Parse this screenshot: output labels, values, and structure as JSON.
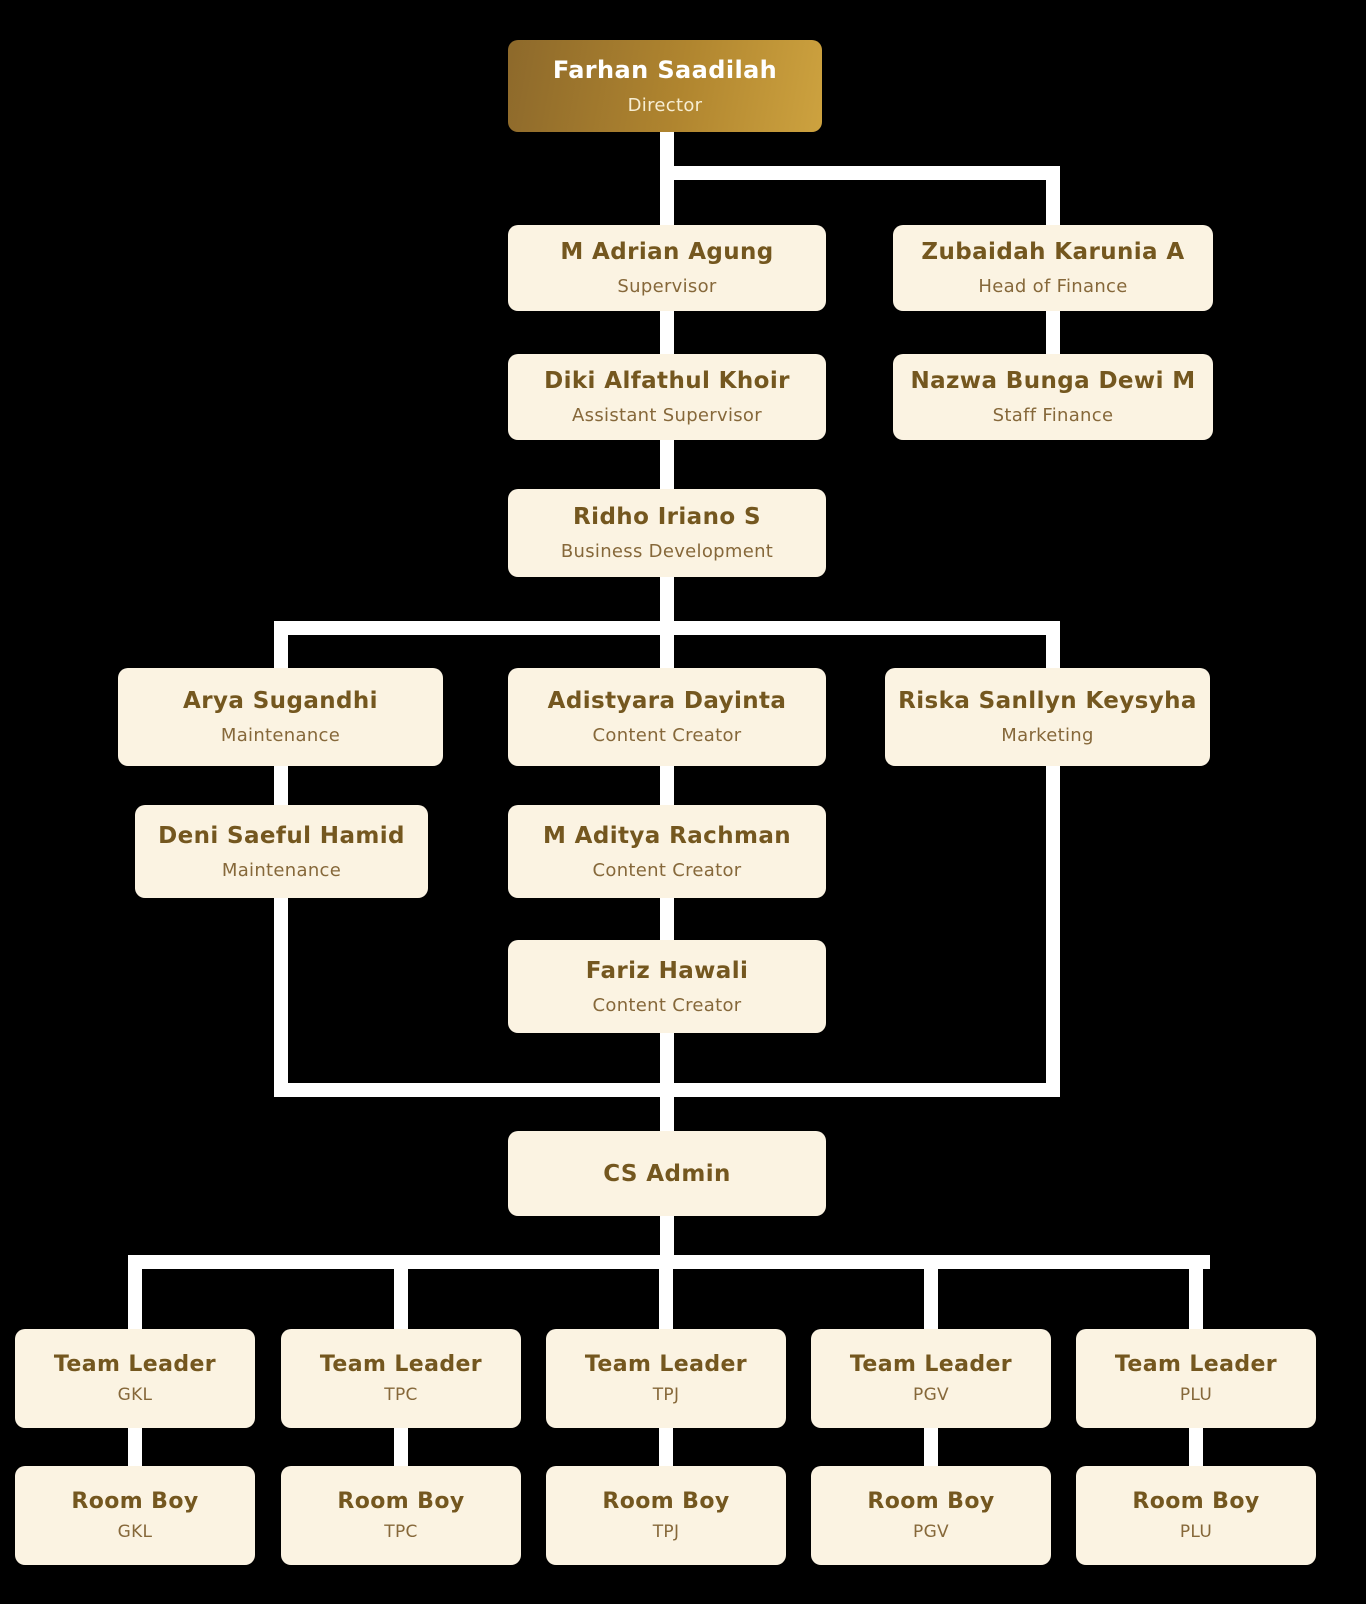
{
  "theme": {
    "background": "#000000",
    "connector_color": "#ffffff",
    "card_bg": "#fbf3e2",
    "card_name_color": "#74571f",
    "card_role_color": "#86683a",
    "director_bg_start": "#8d692b",
    "director_bg_end": "#cda23f",
    "director_name_color": "#ffffff",
    "director_role_color": "#f7eed3"
  },
  "org": {
    "director": {
      "name": "Farhan Saadilah",
      "role": "Director"
    },
    "supervisor": {
      "name": "M Adrian Agung",
      "role": "Supervisor"
    },
    "head_of_finance": {
      "name": "Zubaidah Karunia A",
      "role": "Head of Finance"
    },
    "assistant_supervisor": {
      "name": "Diki Alfathul Khoir",
      "role": "Assistant Supervisor"
    },
    "staff_finance": {
      "name": "Nazwa Bunga Dewi M",
      "role": "Staff Finance"
    },
    "business_development": {
      "name": "Ridho Iriano S",
      "role": "Business Development"
    },
    "maintenance_1": {
      "name": "Arya Sugandhi",
      "role": "Maintenance"
    },
    "content_creator_1": {
      "name": "Adistyara Dayinta",
      "role": "Content Creator"
    },
    "marketing": {
      "name": "Riska Sanllyn Keysyha",
      "role": "Marketing"
    },
    "maintenance_2": {
      "name": "Deni Saeful Hamid",
      "role": "Maintenance"
    },
    "content_creator_2": {
      "name": "M Aditya Rachman",
      "role": "Content Creator"
    },
    "content_creator_3": {
      "name": "Fariz Hawali",
      "role": "Content Creator"
    },
    "cs_admin": {
      "name": "CS Admin"
    },
    "team_leaders": [
      {
        "name": "Team Leader",
        "role": "GKL"
      },
      {
        "name": "Team Leader",
        "role": "TPC"
      },
      {
        "name": "Team Leader",
        "role": "TPJ"
      },
      {
        "name": "Team Leader",
        "role": "PGV"
      },
      {
        "name": "Team Leader",
        "role": "PLU"
      }
    ],
    "room_boys": [
      {
        "name": "Room Boy",
        "role": "GKL"
      },
      {
        "name": "Room Boy",
        "role": "TPC"
      },
      {
        "name": "Room Boy",
        "role": "TPJ"
      },
      {
        "name": "Room Boy",
        "role": "PGV"
      },
      {
        "name": "Room Boy",
        "role": "PLU"
      }
    ]
  }
}
